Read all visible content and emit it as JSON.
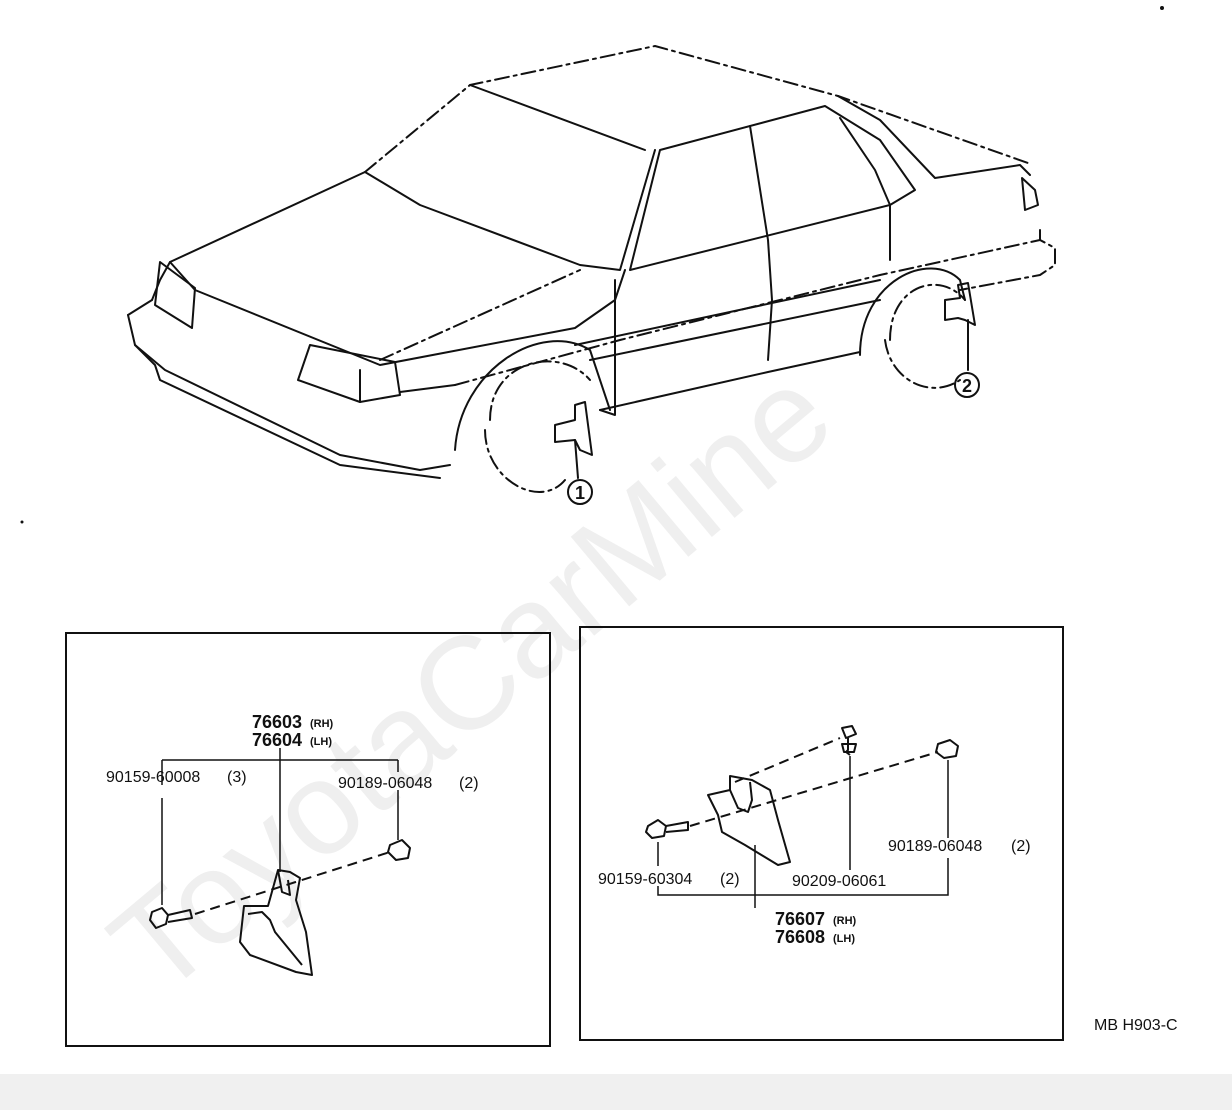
{
  "watermark": "ToyotaCarMine",
  "drawing_code": "MB H903-C",
  "callouts": {
    "front": "1",
    "rear": "2"
  },
  "front_panel": {
    "mudguard_rh": "76603",
    "mudguard_lh": "76604",
    "rh": "(RH)",
    "lh": "(LH)",
    "screw": "90159-60008",
    "screw_qty": "(3)",
    "nut": "90189-06048",
    "nut_qty": "(2)"
  },
  "rear_panel": {
    "screw": "90159-60304",
    "screw_qty": "(2)",
    "clip": "90209-06061",
    "nut": "90189-06048",
    "nut_qty": "(2)",
    "mudguard_rh": "76607",
    "mudguard_lh": "76608",
    "rh": "(RH)",
    "lh": "(LH)"
  }
}
